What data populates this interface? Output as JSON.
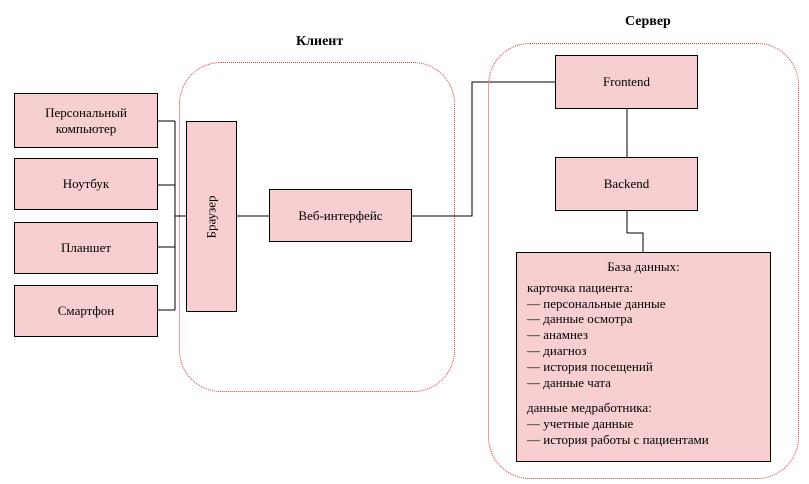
{
  "client": {
    "title": "Клиент",
    "devices": [
      "Персональный компьютер",
      "Ноутбук",
      "Планшет",
      "Смартфон"
    ],
    "browser": "Браузер",
    "web_interface": "Веб-интерфейс"
  },
  "server": {
    "title": "Сервер",
    "frontend": "Frontend",
    "backend": "Backend",
    "database": {
      "title": "База данных:",
      "patient_card": {
        "header": "карточка пациента:",
        "items": [
          "— персональные данные",
          "— данные осмотра",
          "— анамнез",
          "— диагноз",
          "— история посещений",
          "— данные чата"
        ]
      },
      "staff_data": {
        "header": "данные медработника:",
        "items": [
          "— учетные данные",
          "— история работы с пациентами"
        ]
      }
    }
  }
}
